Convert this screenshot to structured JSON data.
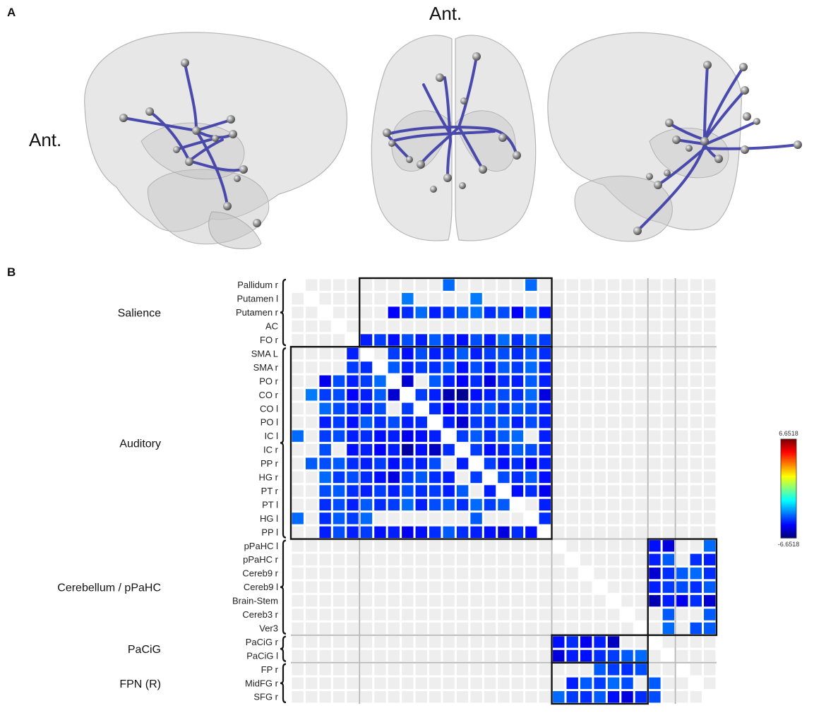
{
  "panels": {
    "a": "A",
    "b": "B"
  },
  "brain_views": {
    "ant_top": "Ant.",
    "ant_left": "Ant."
  },
  "colors": {
    "edge": "#3a3aa8",
    "node": "#8a8a8a",
    "brain": "#cfcfcf",
    "empty_cell": "#eeeeee",
    "frame": "#111111",
    "grid": "#b9b9b9"
  },
  "rows": [
    "Pallidum r",
    "Putamen l",
    "Putamen r",
    "AC",
    "FO r",
    "SMA L",
    "SMA r",
    "PO r",
    "CO r",
    "CO l",
    "PO l",
    "IC l",
    "IC r",
    "PP r",
    "HG r",
    "PT r",
    "PT l",
    "HG l",
    "PP l",
    "pPaHC l",
    "pPaHC r",
    "Cereb9 r",
    "Cereb9 l",
    "Brain-Stem",
    "Cereb3 r",
    "Ver3",
    "PaCiG r",
    "PaCiG l",
    "FP r",
    "MidFG r",
    "SFG r"
  ],
  "groups": [
    {
      "name": "Salience",
      "start": 0,
      "end": 4
    },
    {
      "name": "Auditory",
      "start": 5,
      "end": 18
    },
    {
      "name": "Cerebellum / pPaHC",
      "start": 19,
      "end": 25
    },
    {
      "name": "PaCiG",
      "start": 26,
      "end": 27
    },
    {
      "name": "FPN (R)",
      "start": 28,
      "end": 30
    }
  ],
  "colorbar": {
    "max_label": "6.6518",
    "min_label": "-6.6518",
    "min": -6.6518,
    "max": 6.6518
  },
  "chart_data": {
    "type": "heatmap",
    "n": 31,
    "value_range": [
      -6.6518,
      6.6518
    ],
    "cells": [
      [
        0,
        11,
        -3.6
      ],
      [
        0,
        17,
        -3.6
      ],
      [
        1,
        8,
        -3.4
      ],
      [
        1,
        13,
        -3.4
      ],
      [
        2,
        7,
        -5.0
      ],
      [
        2,
        8,
        -4.4
      ],
      [
        2,
        9,
        -3.6
      ],
      [
        2,
        10,
        -4.6
      ],
      [
        2,
        11,
        -4.2
      ],
      [
        2,
        12,
        -3.8
      ],
      [
        2,
        13,
        -3.5
      ],
      [
        2,
        14,
        -4.4
      ],
      [
        2,
        15,
        -4.0
      ],
      [
        2,
        16,
        -5.0
      ],
      [
        2,
        17,
        -3.6
      ],
      [
        2,
        18,
        -4.8
      ],
      [
        4,
        5,
        -4.6
      ],
      [
        4,
        6,
        -4.2
      ],
      [
        4,
        7,
        -4.8
      ],
      [
        4,
        8,
        -4.0
      ],
      [
        4,
        9,
        -4.6
      ],
      [
        4,
        10,
        -3.8
      ],
      [
        4,
        11,
        -4.4
      ],
      [
        4,
        12,
        -4.8
      ],
      [
        4,
        13,
        -4.0
      ],
      [
        4,
        14,
        -4.6
      ],
      [
        4,
        15,
        -3.6
      ],
      [
        4,
        16,
        -4.4
      ],
      [
        4,
        17,
        -3.6
      ],
      [
        4,
        18,
        -4.2
      ],
      [
        5,
        4,
        -4.6
      ],
      [
        5,
        7,
        -4.2
      ],
      [
        5,
        8,
        -4.8
      ],
      [
        5,
        9,
        -4.0
      ],
      [
        5,
        10,
        -4.6
      ],
      [
        5,
        11,
        -4.4
      ],
      [
        5,
        12,
        -3.8
      ],
      [
        5,
        13,
        -4.6
      ],
      [
        5,
        14,
        -4.2
      ],
      [
        5,
        15,
        -4.0
      ],
      [
        5,
        16,
        -4.4
      ],
      [
        5,
        17,
        -3.8
      ],
      [
        5,
        18,
        -4.4
      ],
      [
        6,
        4,
        -4.2
      ],
      [
        6,
        5,
        -4.4
      ],
      [
        6,
        7,
        -3.8
      ],
      [
        6,
        8,
        -4.6
      ],
      [
        6,
        9,
        -4.2
      ],
      [
        6,
        10,
        -4.4
      ],
      [
        6,
        11,
        -3.8
      ],
      [
        6,
        12,
        -4.8
      ],
      [
        6,
        13,
        -4.0
      ],
      [
        6,
        14,
        -4.6
      ],
      [
        6,
        15,
        -3.8
      ],
      [
        6,
        16,
        -4.2
      ],
      [
        6,
        17,
        -3.6
      ],
      [
        6,
        18,
        -4.6
      ],
      [
        7,
        2,
        -5.2
      ],
      [
        7,
        3,
        -4.0
      ],
      [
        7,
        4,
        -4.6
      ],
      [
        7,
        5,
        -4.2
      ],
      [
        7,
        6,
        -3.6
      ],
      [
        7,
        8,
        -5.6
      ],
      [
        7,
        10,
        -3.8
      ],
      [
        7,
        11,
        -4.6
      ],
      [
        7,
        12,
        -5.0
      ],
      [
        7,
        13,
        -4.4
      ],
      [
        7,
        14,
        -5.4
      ],
      [
        7,
        15,
        -4.4
      ],
      [
        7,
        16,
        -4.6
      ],
      [
        7,
        17,
        -3.8
      ],
      [
        7,
        18,
        -4.6
      ],
      [
        8,
        1,
        -3.4
      ],
      [
        8,
        2,
        -4.2
      ],
      [
        8,
        3,
        -4.0
      ],
      [
        8,
        4,
        -5.0
      ],
      [
        8,
        5,
        -4.6
      ],
      [
        8,
        6,
        -3.8
      ],
      [
        8,
        7,
        -5.6
      ],
      [
        8,
        9,
        -4.2
      ],
      [
        8,
        10,
        -4.6
      ],
      [
        8,
        11,
        -6.0
      ],
      [
        8,
        12,
        -6.4
      ],
      [
        8,
        13,
        -4.8
      ],
      [
        8,
        14,
        -4.6
      ],
      [
        8,
        15,
        -4.0
      ],
      [
        8,
        16,
        -4.4
      ],
      [
        8,
        17,
        -3.6
      ],
      [
        8,
        18,
        -5.4
      ],
      [
        9,
        2,
        -3.6
      ],
      [
        9,
        3,
        -4.0
      ],
      [
        9,
        4,
        -4.4
      ],
      [
        9,
        5,
        -4.6
      ],
      [
        9,
        6,
        -4.0
      ],
      [
        9,
        8,
        -4.2
      ],
      [
        9,
        10,
        -4.4
      ],
      [
        9,
        11,
        -5.0
      ],
      [
        9,
        12,
        -4.6
      ],
      [
        9,
        13,
        -4.2
      ],
      [
        9,
        14,
        -3.8
      ],
      [
        9,
        15,
        -4.4
      ],
      [
        9,
        16,
        -3.8
      ],
      [
        9,
        17,
        -4.0
      ],
      [
        9,
        18,
        -4.6
      ],
      [
        10,
        2,
        -4.6
      ],
      [
        10,
        3,
        -4.2
      ],
      [
        10,
        4,
        -4.8
      ],
      [
        10,
        5,
        -3.8
      ],
      [
        10,
        6,
        -4.4
      ],
      [
        10,
        7,
        -4.0
      ],
      [
        10,
        8,
        -4.6
      ],
      [
        10,
        9,
        -4.4
      ],
      [
        10,
        11,
        -4.6
      ],
      [
        10,
        12,
        -5.6
      ],
      [
        10,
        13,
        -4.2
      ],
      [
        10,
        14,
        -4.4
      ],
      [
        10,
        15,
        -3.8
      ],
      [
        10,
        16,
        -4.6
      ],
      [
        10,
        17,
        -4.0
      ],
      [
        10,
        18,
        -4.6
      ],
      [
        11,
        0,
        -3.6
      ],
      [
        11,
        2,
        -4.2
      ],
      [
        11,
        3,
        -4.0
      ],
      [
        11,
        4,
        -4.6
      ],
      [
        11,
        5,
        -4.4
      ],
      [
        11,
        6,
        -4.8
      ],
      [
        11,
        7,
        -4.6
      ],
      [
        11,
        8,
        -5.2
      ],
      [
        11,
        9,
        -4.8
      ],
      [
        11,
        10,
        -4.6
      ],
      [
        11,
        11,
        -4.4
      ],
      [
        11,
        12,
        -4.2
      ],
      [
        11,
        13,
        -3.8
      ],
      [
        11,
        14,
        -4.4
      ],
      [
        11,
        15,
        -3.8
      ],
      [
        11,
        16,
        -3.6
      ],
      [
        11,
        18,
        -4.6
      ],
      [
        12,
        2,
        -4.0
      ],
      [
        12,
        4,
        -4.8
      ],
      [
        12,
        5,
        -4.6
      ],
      [
        12,
        6,
        -5.0
      ],
      [
        12,
        7,
        -4.6
      ],
      [
        12,
        8,
        -6.2
      ],
      [
        12,
        9,
        -4.8
      ],
      [
        12,
        10,
        -5.8
      ],
      [
        12,
        11,
        -4.4
      ],
      [
        12,
        13,
        -4.2
      ],
      [
        12,
        14,
        -4.8
      ],
      [
        12,
        15,
        -4.6
      ],
      [
        12,
        16,
        -3.8
      ],
      [
        12,
        17,
        -4.0
      ],
      [
        12,
        18,
        -4.6
      ],
      [
        13,
        1,
        -3.8
      ],
      [
        13,
        2,
        -4.0
      ],
      [
        13,
        3,
        -3.8
      ],
      [
        13,
        4,
        -4.4
      ],
      [
        13,
        5,
        -4.6
      ],
      [
        13,
        6,
        -4.2
      ],
      [
        13,
        7,
        -4.8
      ],
      [
        13,
        8,
        -4.4
      ],
      [
        13,
        9,
        -4.6
      ],
      [
        13,
        10,
        -4.0
      ],
      [
        13,
        12,
        -4.6
      ],
      [
        13,
        14,
        -4.2
      ],
      [
        13,
        15,
        -4.8
      ],
      [
        13,
        16,
        -4.4
      ],
      [
        13,
        17,
        -5.0
      ],
      [
        13,
        18,
        -4.6
      ],
      [
        14,
        2,
        -3.6
      ],
      [
        14,
        3,
        -4.2
      ],
      [
        14,
        4,
        -4.0
      ],
      [
        14,
        5,
        -4.4
      ],
      [
        14,
        6,
        -4.8
      ],
      [
        14,
        7,
        -5.4
      ],
      [
        14,
        8,
        -4.2
      ],
      [
        14,
        9,
        -3.8
      ],
      [
        14,
        10,
        -4.4
      ],
      [
        14,
        11,
        -4.6
      ],
      [
        14,
        13,
        -4.2
      ],
      [
        14,
        15,
        -4.0
      ],
      [
        14,
        16,
        -4.4
      ],
      [
        14,
        17,
        -3.8
      ],
      [
        14,
        18,
        -4.8
      ],
      [
        15,
        2,
        -4.0
      ],
      [
        15,
        3,
        -3.8
      ],
      [
        15,
        4,
        -4.4
      ],
      [
        15,
        5,
        -4.6
      ],
      [
        15,
        6,
        -4.2
      ],
      [
        15,
        7,
        -4.6
      ],
      [
        15,
        8,
        -4.0
      ],
      [
        15,
        9,
        -4.4
      ],
      [
        15,
        10,
        -4.2
      ],
      [
        15,
        11,
        -4.6
      ],
      [
        15,
        12,
        -3.8
      ],
      [
        15,
        14,
        -4.6
      ],
      [
        15,
        16,
        -4.8
      ],
      [
        15,
        17,
        -4.4
      ],
      [
        15,
        18,
        -5.2
      ],
      [
        16,
        2,
        -4.4
      ],
      [
        16,
        3,
        -4.0
      ],
      [
        16,
        4,
        -4.6
      ],
      [
        16,
        5,
        -3.8
      ],
      [
        16,
        6,
        -4.4
      ],
      [
        16,
        7,
        -4.2
      ],
      [
        16,
        8,
        -3.6
      ],
      [
        16,
        9,
        -4.6
      ],
      [
        16,
        10,
        -4.0
      ],
      [
        16,
        11,
        -3.8
      ],
      [
        16,
        12,
        -4.4
      ],
      [
        16,
        13,
        -3.6
      ],
      [
        16,
        14,
        -4.2
      ],
      [
        16,
        15,
        -3.8
      ],
      [
        16,
        18,
        -4.6
      ],
      [
        17,
        0,
        -3.6
      ],
      [
        17,
        2,
        -4.4
      ],
      [
        17,
        3,
        -3.8
      ],
      [
        17,
        4,
        -4.2
      ],
      [
        17,
        5,
        -3.6
      ],
      [
        17,
        13,
        -3.8
      ],
      [
        17,
        18,
        -4.4
      ],
      [
        18,
        2,
        -4.6
      ],
      [
        18,
        3,
        -4.0
      ],
      [
        18,
        4,
        -4.6
      ],
      [
        18,
        5,
        -4.2
      ],
      [
        18,
        6,
        -4.8
      ],
      [
        18,
        7,
        -4.6
      ],
      [
        18,
        8,
        -5.2
      ],
      [
        18,
        9,
        -4.8
      ],
      [
        18,
        10,
        -4.4
      ],
      [
        18,
        11,
        -3.8
      ],
      [
        18,
        12,
        -4.4
      ],
      [
        18,
        13,
        -4.6
      ],
      [
        18,
        14,
        -4.8
      ],
      [
        18,
        15,
        -5.4
      ],
      [
        18,
        16,
        -4.4
      ],
      [
        18,
        17,
        -4.8
      ],
      [
        19,
        26,
        -4.8
      ],
      [
        19,
        27,
        -5.4
      ],
      [
        19,
        30,
        -3.6
      ],
      [
        20,
        26,
        -4.6
      ],
      [
        20,
        27,
        -3.8
      ],
      [
        20,
        29,
        -4.4
      ],
      [
        20,
        30,
        -4.6
      ],
      [
        21,
        26,
        -5.6
      ],
      [
        21,
        27,
        -4.4
      ],
      [
        21,
        28,
        -3.8
      ],
      [
        21,
        29,
        -3.6
      ],
      [
        21,
        30,
        -4.4
      ],
      [
        22,
        26,
        -4.6
      ],
      [
        22,
        27,
        -4.2
      ],
      [
        22,
        28,
        -4.0
      ],
      [
        22,
        29,
        -4.4
      ],
      [
        22,
        30,
        -3.8
      ],
      [
        23,
        26,
        -6.0
      ],
      [
        23,
        27,
        -4.6
      ],
      [
        23,
        28,
        -5.2
      ],
      [
        23,
        29,
        -4.4
      ],
      [
        23,
        30,
        -5.6
      ],
      [
        24,
        27,
        -3.8
      ],
      [
        24,
        30,
        -3.8
      ],
      [
        25,
        27,
        -3.6
      ],
      [
        25,
        29,
        -4.0
      ],
      [
        25,
        30,
        -3.8
      ],
      [
        26,
        19,
        -4.8
      ],
      [
        26,
        20,
        -4.4
      ],
      [
        26,
        21,
        -5.2
      ],
      [
        26,
        22,
        -4.6
      ],
      [
        26,
        23,
        -5.8
      ],
      [
        27,
        19,
        -5.4
      ],
      [
        27,
        20,
        -4.6
      ],
      [
        27,
        21,
        -4.8
      ],
      [
        27,
        22,
        -4.4
      ],
      [
        27,
        23,
        -4.2
      ],
      [
        27,
        24,
        -3.8
      ],
      [
        27,
        25,
        -3.6
      ],
      [
        28,
        22,
        -3.8
      ],
      [
        28,
        23,
        -4.2
      ],
      [
        28,
        24,
        -4.4
      ],
      [
        28,
        25,
        -4.0
      ],
      [
        29,
        20,
        -4.6
      ],
      [
        29,
        21,
        -3.8
      ],
      [
        29,
        22,
        -4.2
      ],
      [
        29,
        23,
        -3.6
      ],
      [
        29,
        24,
        -4.0
      ],
      [
        29,
        26,
        -3.8
      ],
      [
        30,
        19,
        -3.6
      ],
      [
        30,
        20,
        -4.2
      ],
      [
        30,
        21,
        -4.4
      ],
      [
        30,
        22,
        -3.8
      ],
      [
        30,
        23,
        -4.8
      ],
      [
        30,
        24,
        -5.4
      ],
      [
        30,
        25,
        -4.4
      ],
      [
        30,
        26,
        -4.0
      ]
    ]
  }
}
